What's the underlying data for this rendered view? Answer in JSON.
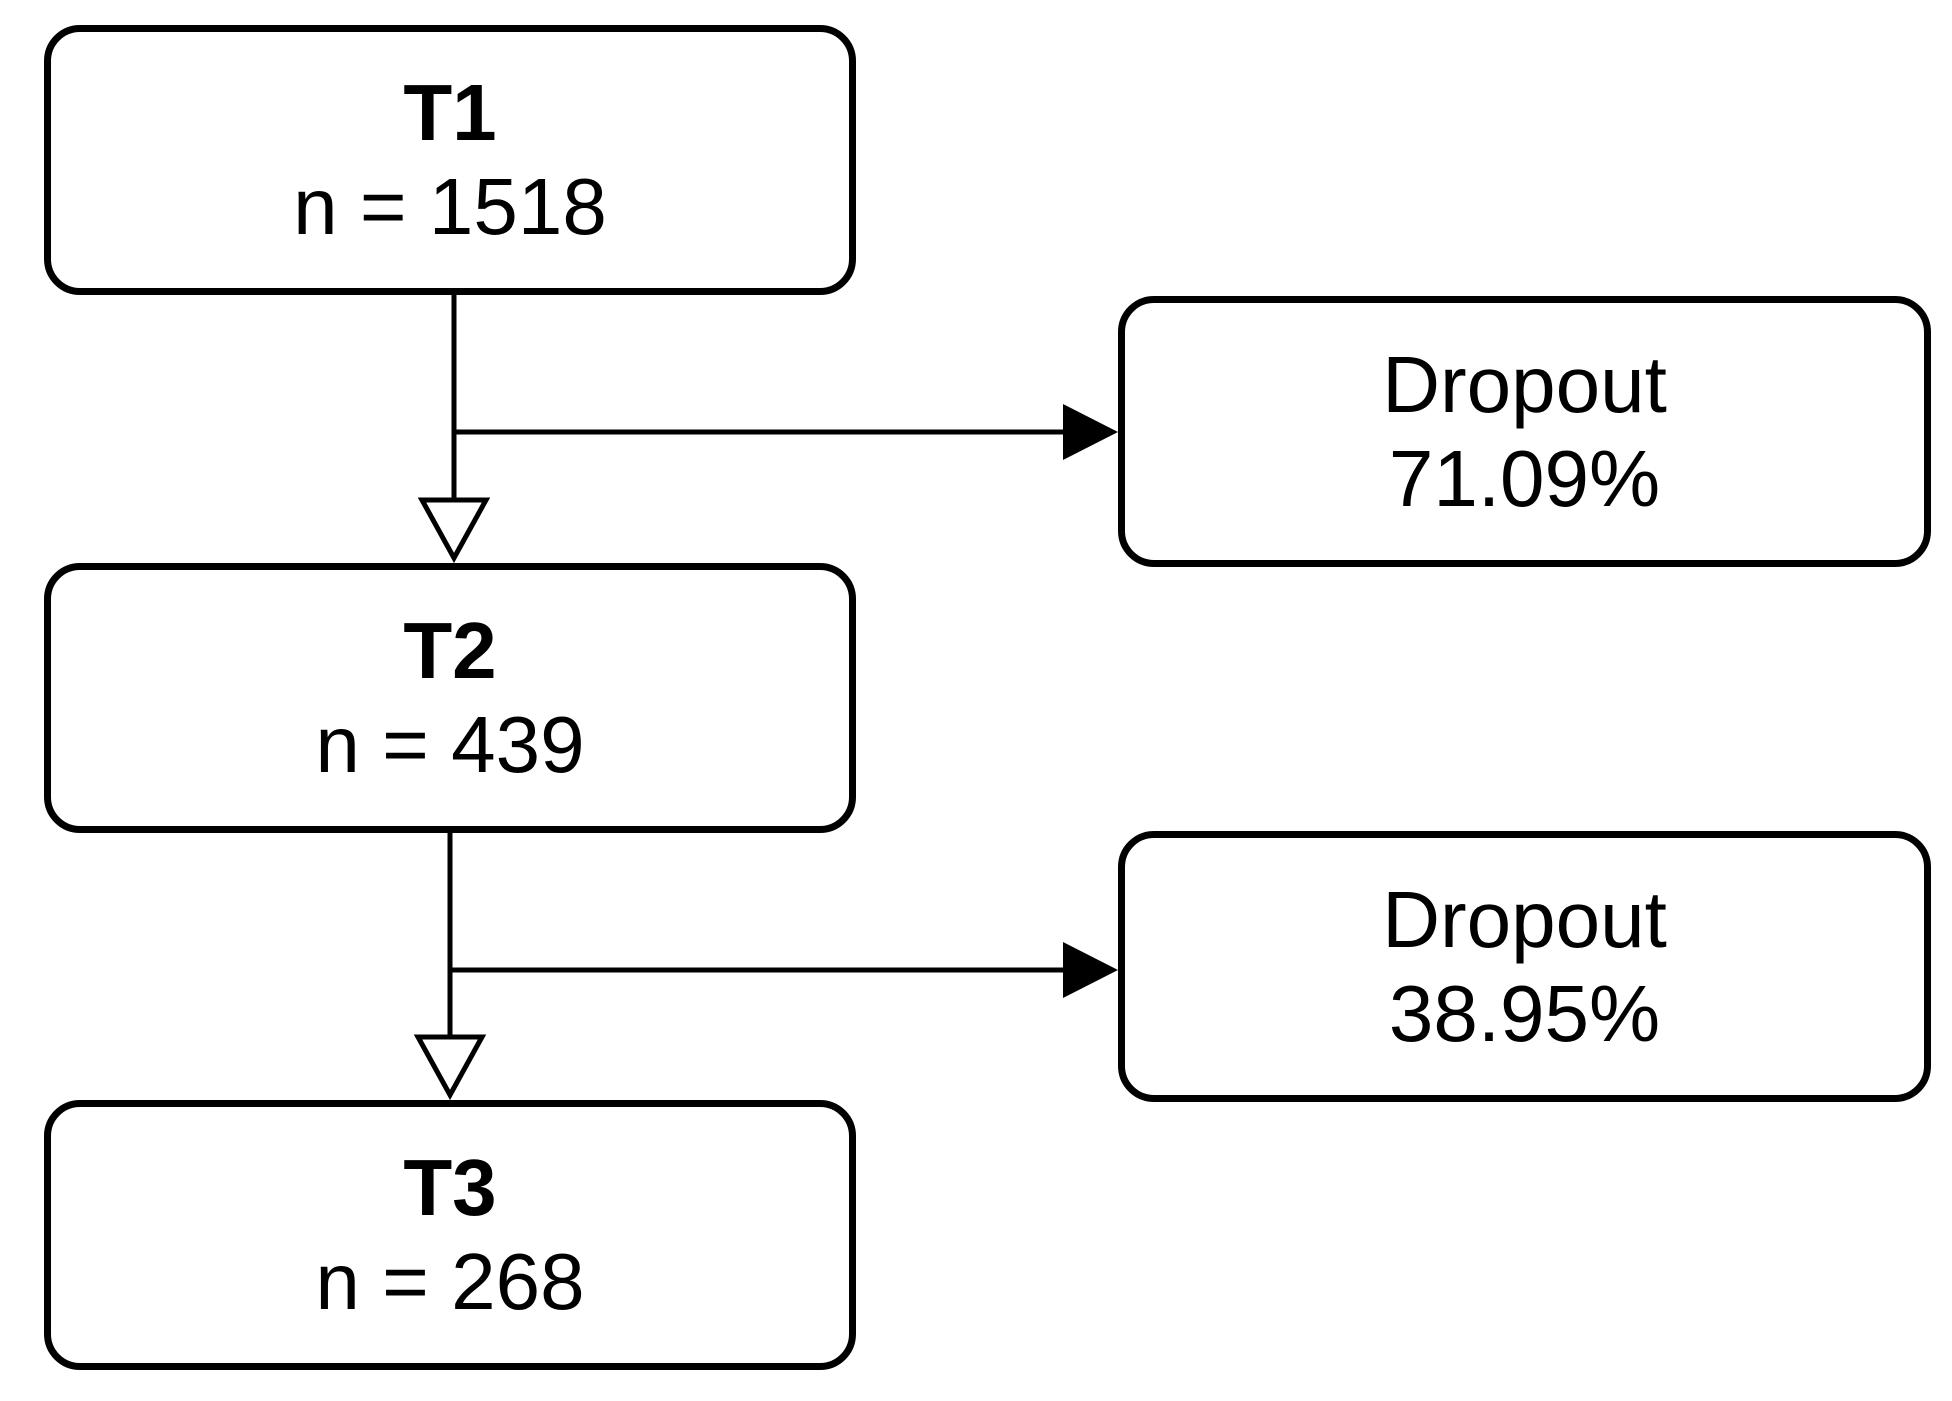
{
  "diagram": {
    "stages": [
      {
        "title": "T1",
        "count": "n = 1518"
      },
      {
        "title": "T2",
        "count": "n = 439"
      },
      {
        "title": "T3",
        "count": "n = 268"
      }
    ],
    "dropouts": [
      {
        "label": "Dropout",
        "value": "71.09%"
      },
      {
        "label": "Dropout",
        "value": "38.95%"
      }
    ]
  },
  "colors": {
    "stroke": "#000000",
    "background": "#ffffff"
  }
}
